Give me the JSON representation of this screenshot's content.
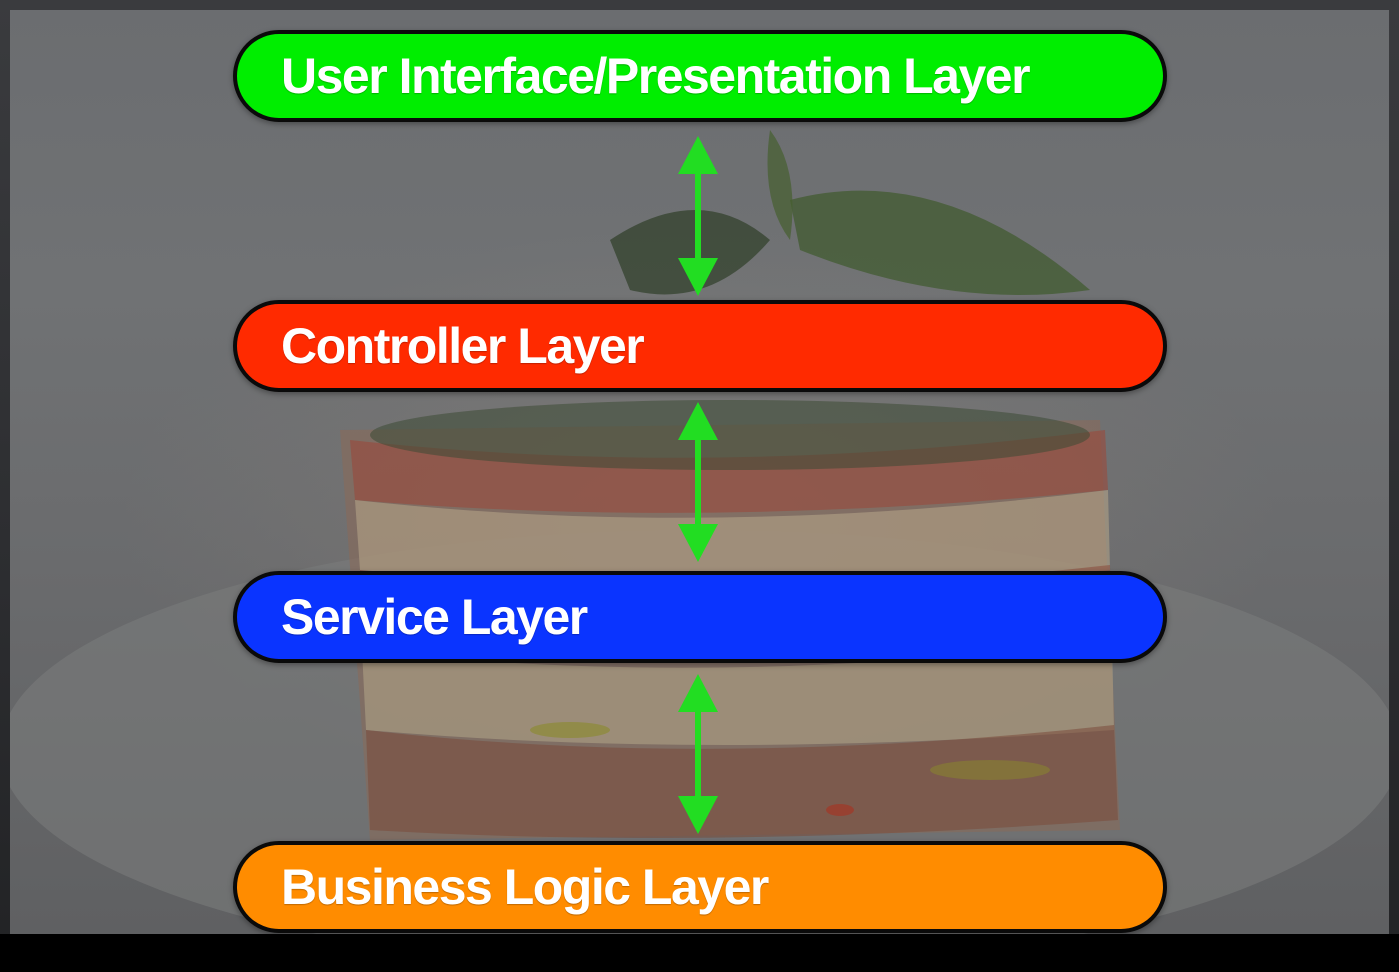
{
  "layers": [
    {
      "label": "User Interface/Presentation Layer",
      "color": "#00ee00"
    },
    {
      "label": "Controller Layer",
      "color": "#ff2a00"
    },
    {
      "label": "Service Layer",
      "color": "#0a34ff"
    },
    {
      "label": "Business Logic Layer",
      "color": "#ff8c00"
    }
  ],
  "arrow_color": "#22dd22",
  "arrows": [
    "bidirectional",
    "bidirectional",
    "bidirectional"
  ]
}
